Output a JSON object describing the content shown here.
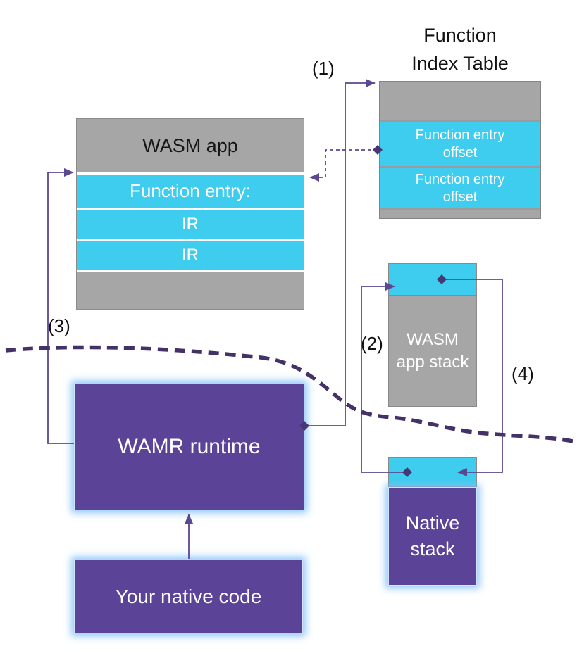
{
  "colors": {
    "gray": "#a6a6a6",
    "cyan": "#3ecdee",
    "purple": "#5b4397",
    "connector": "#5a4890",
    "divider": "#443168"
  },
  "title": {
    "lines": [
      "Function",
      "Index Table"
    ]
  },
  "step_labels": {
    "s1": "(1)",
    "s2": "(2)",
    "s3": "(3)",
    "s4": "(4)"
  },
  "function_index_table": {
    "rows": [
      {
        "lines": [
          "Function entry",
          "offset"
        ]
      },
      {
        "lines": [
          "Function entry",
          "offset"
        ]
      }
    ]
  },
  "wasm_app": {
    "header": "WASM app",
    "rows": [
      "Function entry:",
      "IR",
      "IR"
    ]
  },
  "wasm_app_stack": {
    "lines": [
      "WASM",
      "app stack"
    ]
  },
  "native_stack": {
    "lines": [
      "Native",
      "stack"
    ]
  },
  "wamr_runtime": {
    "label": "WAMR runtime"
  },
  "your_native_code": {
    "label": "Your native code"
  }
}
